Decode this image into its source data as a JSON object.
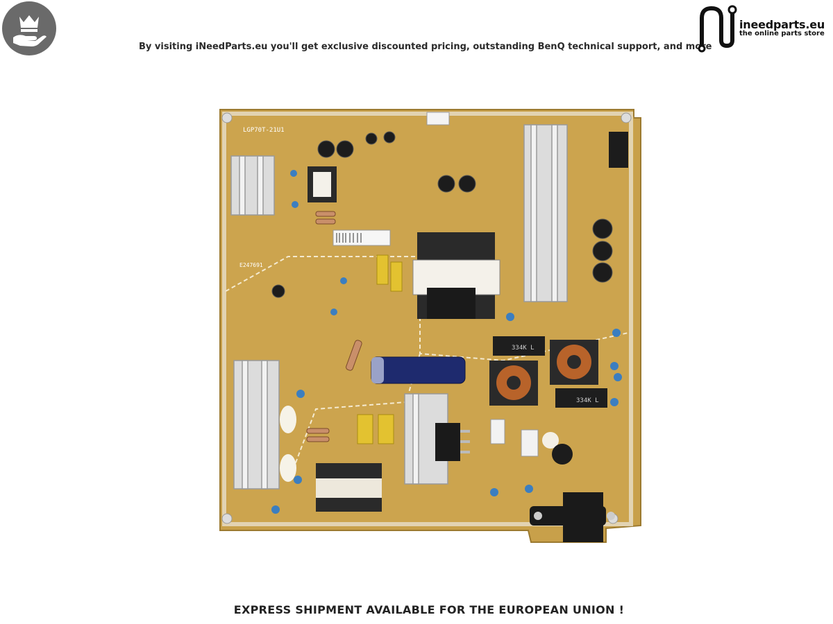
{
  "header": {
    "tagline": "By visiting iNeedParts.eu you'll get exclusive discounted pricing, outstanding BenQ technical support, and more",
    "badge_icon": "crown-hand-icon",
    "logo": {
      "name": "ineedparts.eu",
      "subtitle": "the online parts store"
    }
  },
  "product_image": {
    "subject": "power-supply-board",
    "board_labels": {
      "model_code": "LGP70T-21U1",
      "approval_code": "E247691",
      "inductor_code": "334K L"
    }
  },
  "footer": {
    "shipping_note": "EXPRESS SHIPMENT AVAILABLE FOR THE EUROPEAN UNION !"
  },
  "colors": {
    "badge_bg": "#6a6a6a",
    "board_pcb": "#c8a04a",
    "heatsink": "#d8d8d8",
    "text": "#222222"
  }
}
